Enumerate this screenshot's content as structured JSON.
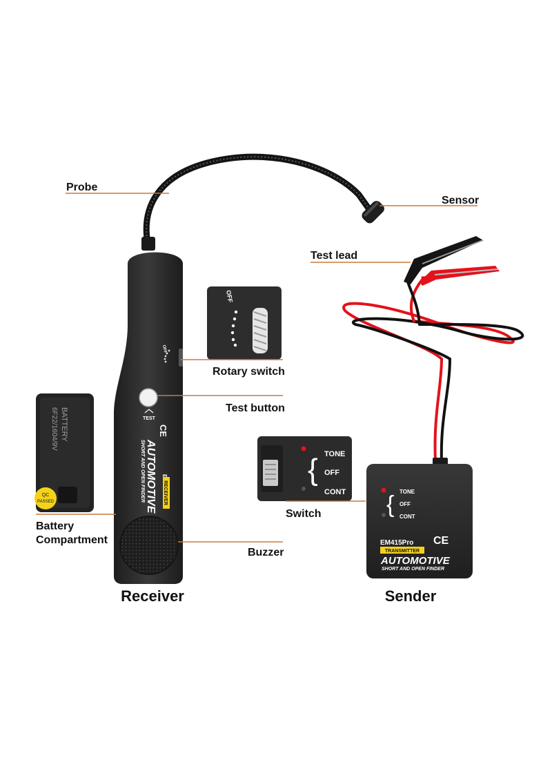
{
  "colors": {
    "leader_line": "#c87a3c",
    "device_body": "#2c2c2c",
    "wire_red": "#e3121b",
    "wire_black": "#111111",
    "badge_yellow": "#f5d21a",
    "indicator_red": "#e0141c"
  },
  "callouts": {
    "probe": "Probe",
    "sensor": "Sensor",
    "test_lead": "Test lead",
    "rotary_switch": "Rotary switch",
    "test_button": "Test button",
    "battery_line1": "Battery",
    "battery_line2": "Compartment",
    "buzzer": "Buzzer",
    "switch": "Switch"
  },
  "captions": {
    "receiver": "Receiver",
    "sender": "Sender"
  },
  "receiver_device": {
    "ce_mark": "CE",
    "title": "AUTOMOTIVE",
    "subtitle": "SHORT AND OPEN FINDER",
    "model": "EM415Pro",
    "badge": "RECEIVER",
    "test_label": "TEST",
    "dial_label": "OFF"
  },
  "sender_device": {
    "model": "EM415Pro",
    "ce_mark": "CE",
    "badge": "TRANSMITTER",
    "title": "AUTOMOTIVE",
    "subtitle": "SHORT AND OPEN FINDER",
    "mode_tone": "TONE",
    "mode_off": "OFF",
    "mode_cont": "CONT"
  },
  "battery_cover": {
    "text_line1": "BATTERY",
    "text_line2": "6F22/1604/9V",
    "qc_line1": "QC",
    "qc_line2": "PASSED"
  },
  "inset_rotary": {
    "label": "OFF"
  },
  "inset_switch": {
    "mode_tone": "TONE",
    "mode_off": "OFF",
    "mode_cont": "CONT"
  }
}
